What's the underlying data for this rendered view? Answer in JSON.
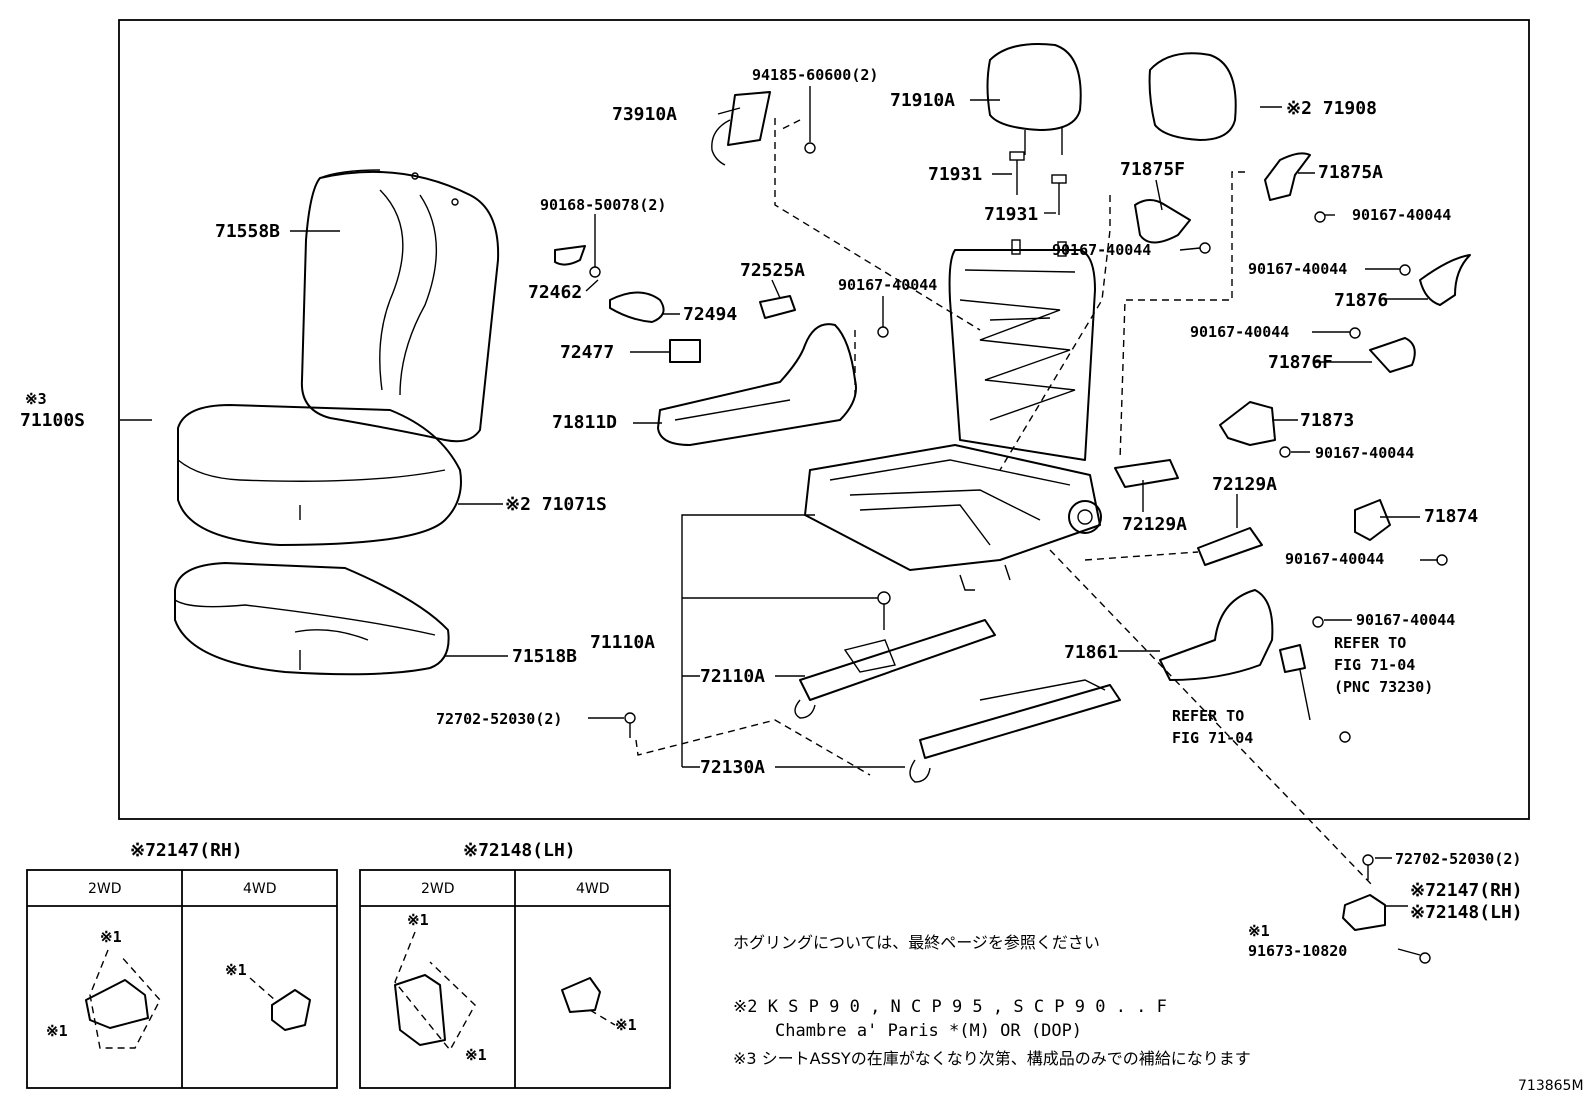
{
  "labels": {
    "p94185": "94185-60600(2)",
    "p73910A": "73910A",
    "p71910A": "71910A",
    "p71908": "※2 71908",
    "p71931a": "71931",
    "p71931b": "71931",
    "p71875F": "71875F",
    "p71875A": "71875A",
    "p90167_1": "90167-40044",
    "p90167_2": "90167-40044",
    "p90167_3": "90167-40044",
    "p90167_4": "90167-40044",
    "p90167_5": "90167-40044",
    "p90167_6": "90167-40044",
    "p90167_7": "90167-40044",
    "p90167_8": "90167-40044",
    "p71876": "71876",
    "p71876F": "71876F",
    "p71873": "71873",
    "p72129A_1": "72129A",
    "p72129A_2": "72129A",
    "p71874": "71874",
    "p90168": "90168-50078(2)",
    "p71558B": "71558B",
    "p72462": "72462",
    "p72494": "72494",
    "p72525A": "72525A",
    "p72477": "72477",
    "p71811D": "71811D",
    "p71100S_mark": "※3",
    "p71100S": "71100S",
    "p71071S": "※2 71071S",
    "p71518B": "71518B",
    "p71110A": "71110A",
    "p72110A": "72110A",
    "p72130A": "72130A",
    "p72702_1": "72702-52030(2)",
    "p72702_2": "72702-52030(2)",
    "p71861": "71861",
    "p_refer1_a": "REFER TO",
    "p_refer1_b": "FIG 71-04",
    "p_refer1_c": "(PNC 73230)",
    "p_refer2_a": "REFER TO",
    "p_refer2_b": "FIG 71-04",
    "p72147rh": "※72147(RH)",
    "p72148lh": "※72148(LH)",
    "p_mark1": "※1",
    "p91673": "91673-10820"
  },
  "tables": {
    "rh_title": "※72147(RH)",
    "lh_title": "※72148(LH)",
    "col_2wd": "2WD",
    "col_4wd": "4WD",
    "mark": "※1"
  },
  "notes": {
    "line1": "ホグリングについては、最終ページを参照ください",
    "line2": "※2 K S P 9 0 ,  N C P 9 5 ,  S C P 9 0 . . F",
    "line3": "Chambre a' Paris *(M) OR (DOP)",
    "line4": "※3 シートASSYの在庫がなくなり次第、構成品のみでの補給になります"
  },
  "figure_id": "713865M"
}
